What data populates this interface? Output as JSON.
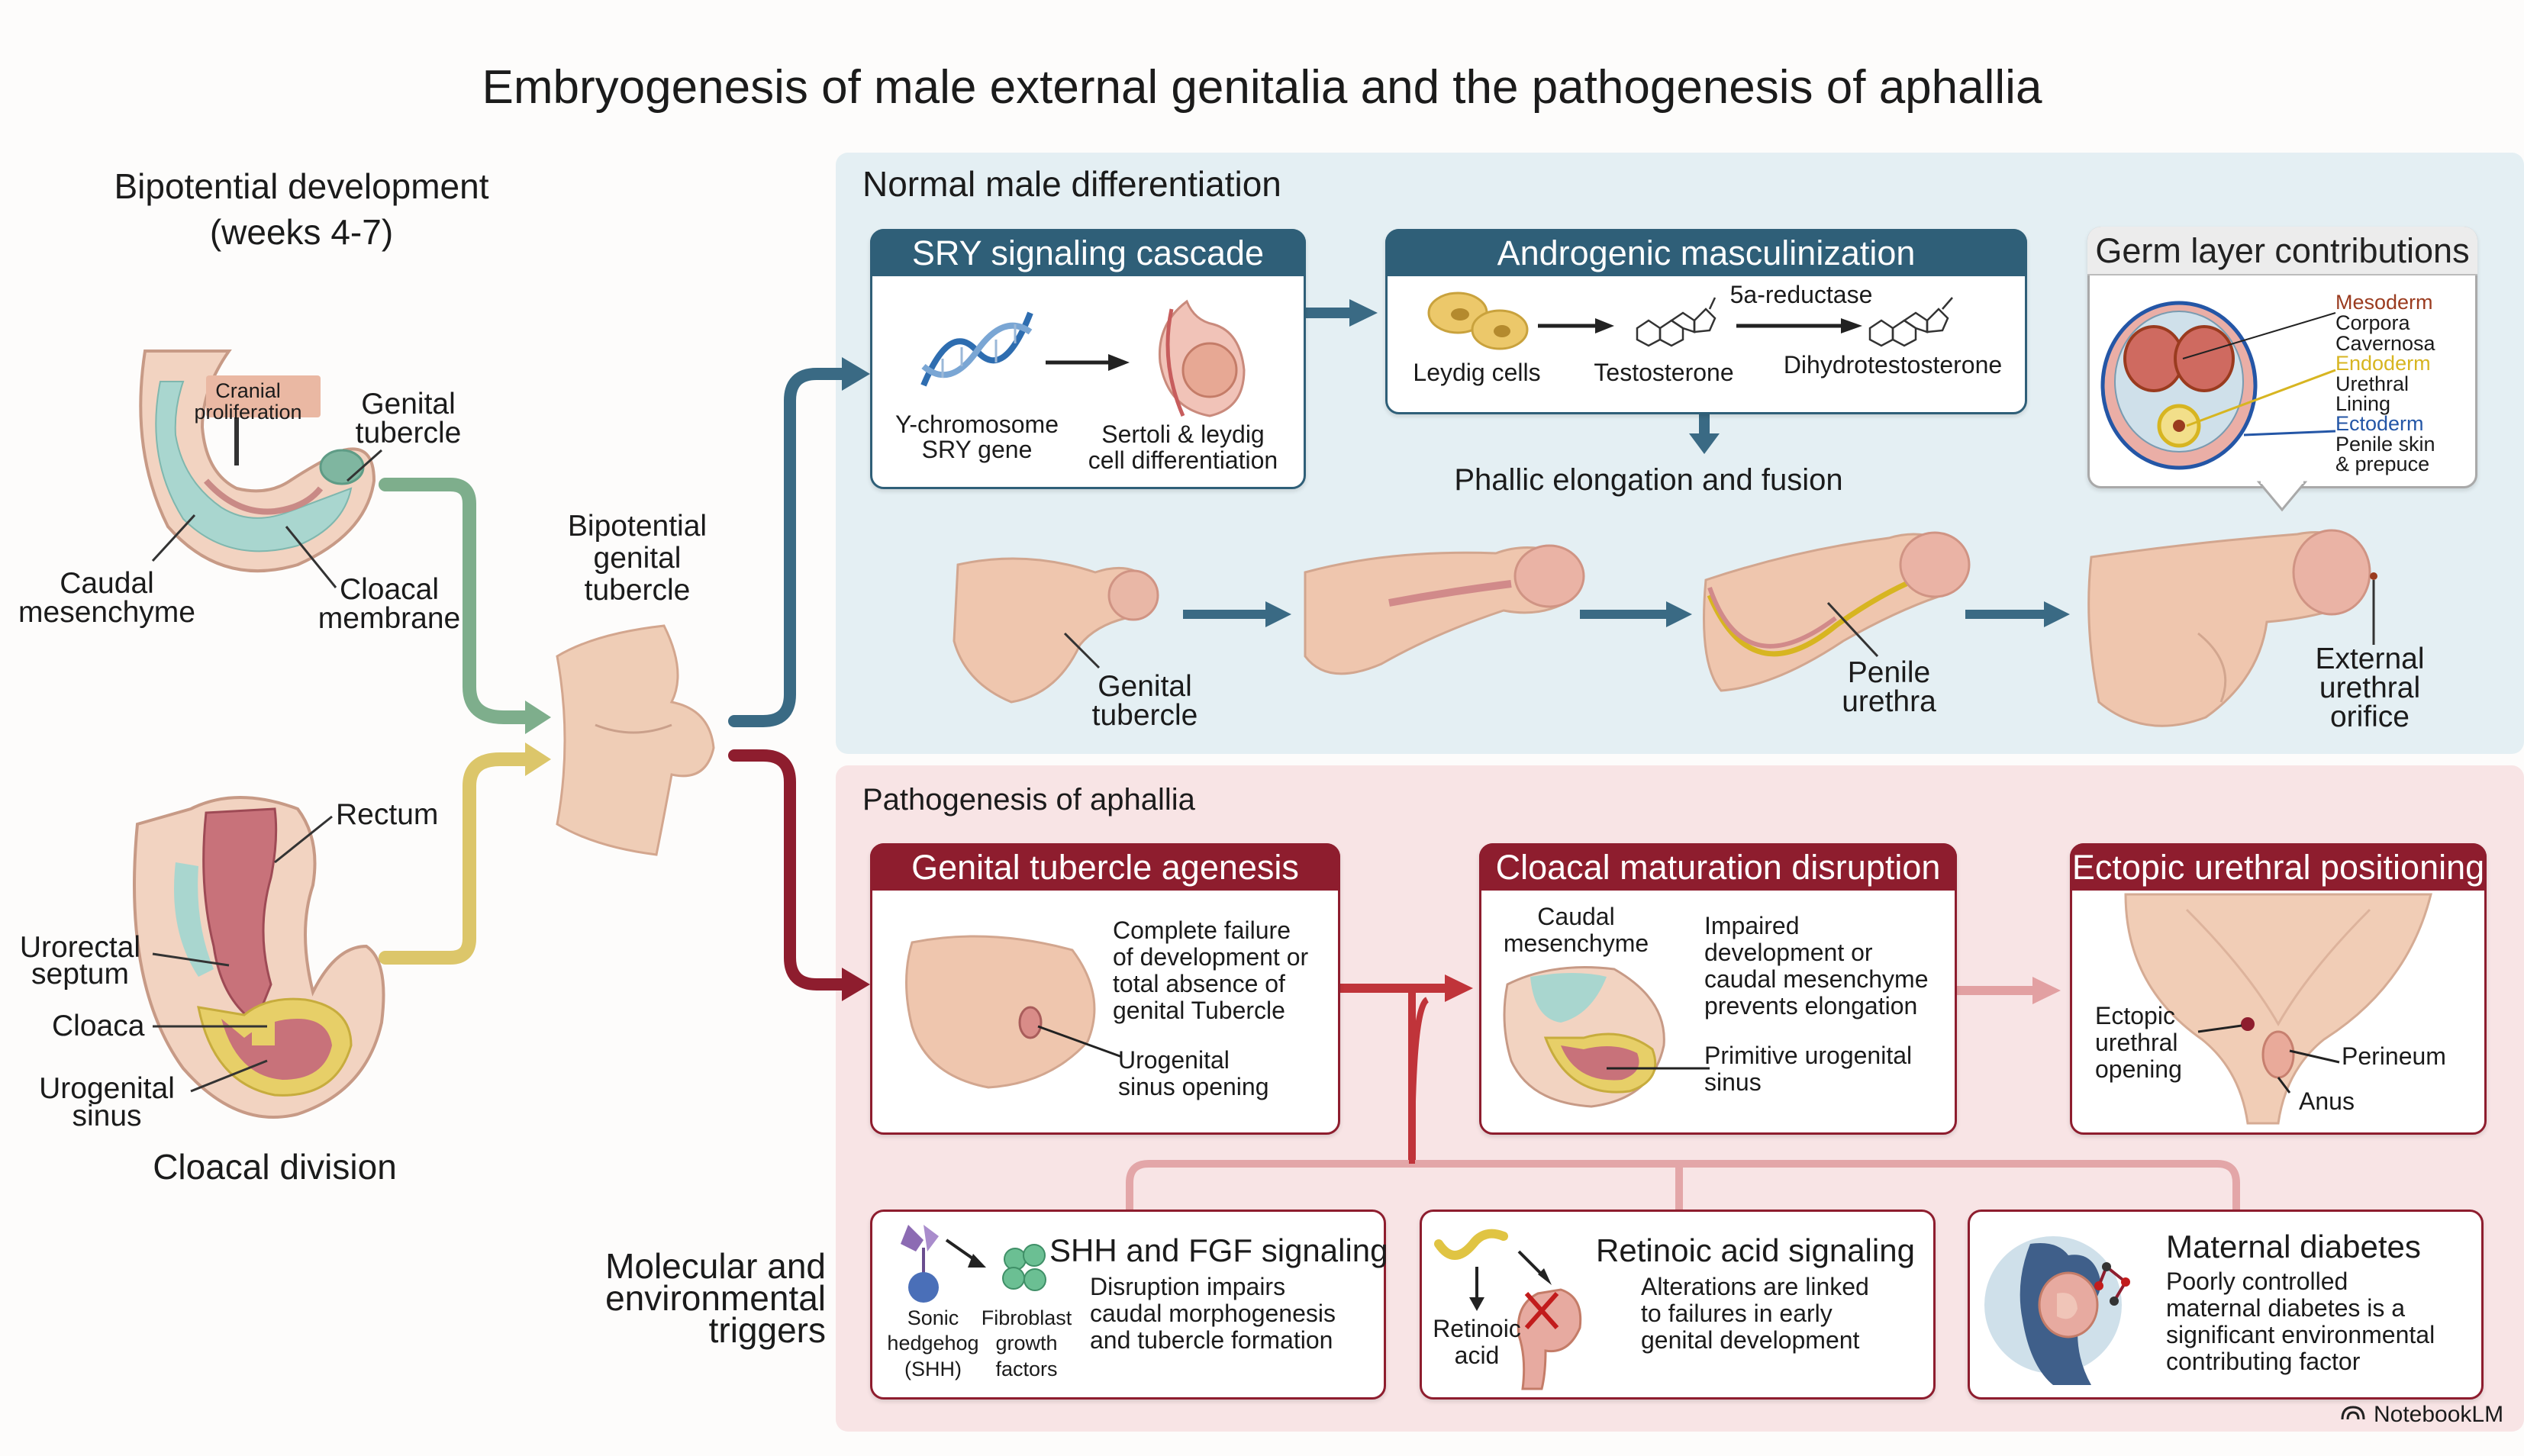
{
  "title": "Embryogenesis of male external genitalia and the pathogenesis of aphallia",
  "bipotential": {
    "heading_line1": "Bipotential development",
    "heading_line2": "(weeks 4-7)",
    "cranial_line1": "Cranial",
    "cranial_line2": "proliferation",
    "genital_line1": "Genital",
    "genital_line2": "tubercle",
    "caudal_line1": "Caudal",
    "caudal_line2": "mesenchyme",
    "cloacal_line1": "Cloacal",
    "cloacal_line2": "membrane",
    "rectum": "Rectum",
    "urorectal_line1": "Urorectal",
    "urorectal_line2": "septum",
    "cloaca": "Cloaca",
    "urogenital_line1": "Urogenital",
    "urogenital_line2": "sinus",
    "cloacal_division": "Cloacal division",
    "tubercle_line1": "Bipotential",
    "tubercle_line2": "genital",
    "tubercle_line3": "tubercle"
  },
  "normal": {
    "heading": "Normal male differentiation",
    "sry": {
      "title": "SRY signaling cascade",
      "gene_line1": "Y-chromosome",
      "gene_line2": "SRY gene",
      "cells_line1": "Sertoli & leydig",
      "cells_line2": "cell differentiation"
    },
    "androgen": {
      "title": "Androgenic masculinization",
      "leydig": "Leydig cells",
      "testosterone": "Testosterone",
      "enzyme": "5a-reductase",
      "dht": "Dihydrotestosterone"
    },
    "germ": {
      "title": "Germ layer contributions",
      "mesoderm": "Mesoderm",
      "mesoderm_desc1": "Corpora",
      "mesoderm_desc2": "Cavernosa",
      "endoderm": "Endoderm",
      "endoderm_desc1": "Urethral",
      "endoderm_desc2": "Lining",
      "ectoderm": "Ectoderm",
      "ectoderm_desc1": "Penile skin",
      "ectoderm_desc2": "& prepuce"
    },
    "elongation": "Phallic elongation and fusion",
    "stage_genital_line1": "Genital",
    "stage_genital_line2": "tubercle",
    "stage_urethra_line1": "Penile",
    "stage_urethra_line2": "urethra",
    "stage_orifice_line1": "External",
    "stage_orifice_line2": "urethral",
    "stage_orifice_line3": "orifice"
  },
  "aphallia": {
    "heading": "Pathogenesis of aphallia",
    "agenesis": {
      "title": "Genital tubercle agenesis",
      "desc_line1": "Complete failure",
      "desc_line2": "of development or",
      "desc_line3": "total absence of",
      "desc_line4": "genital Tubercle",
      "opening_line1": "Urogenital",
      "opening_line2": "sinus opening"
    },
    "cloacal": {
      "title": "Cloacal maturation disruption",
      "caudal_line1": "Caudal",
      "caudal_line2": "mesenchyme",
      "desc_line1": "Impaired",
      "desc_line2": "development or",
      "desc_line3": "caudal mesenchyme",
      "desc_line4": "prevents elongation",
      "sinus_line1": "Primitive urogenital",
      "sinus_line2": "sinus"
    },
    "ectopic": {
      "title": "Ectopic urethral positioning",
      "opening_line1": "Ectopic",
      "opening_line2": "urethral",
      "opening_line3": "opening",
      "perineum": "Perineum",
      "anus": "Anus"
    }
  },
  "triggers": {
    "heading_line1": "Molecular and",
    "heading_line2": "environmental",
    "heading_line3": "triggers",
    "shh": {
      "title": "SHH and FGF signaling",
      "desc_line1": "Disruption impairs",
      "desc_line2": "caudal morphogenesis",
      "desc_line3": "and tubercle formation",
      "sonic_line1": "Sonic",
      "sonic_line2": "hedgehog",
      "sonic_line3": "(SHH)",
      "fgf_line1": "Fibroblast",
      "fgf_line2": "growth",
      "fgf_line3": "factors"
    },
    "retinoic": {
      "title": "Retinoic acid signaling",
      "desc_line1": "Alterations are linked",
      "desc_line2": "to failures in early",
      "desc_line3": "genital development",
      "label_line1": "Retinoic",
      "label_line2": "acid"
    },
    "diabetes": {
      "title": "Maternal diabetes",
      "desc_line1": "Poorly controlled",
      "desc_line2": "maternal diabetes is a",
      "desc_line3": "significant environmental",
      "desc_line4": "contributing factor"
    }
  },
  "watermark": "NotebookLM",
  "colors": {
    "blue_header": "#2f5f78",
    "red_header": "#8e1d2e",
    "blue_panel": "#e4eff3",
    "red_panel": "#f8e4e5",
    "mesoderm": "#9a3b1f",
    "endoderm": "#d7b521",
    "ectoderm": "#2456a6"
  }
}
